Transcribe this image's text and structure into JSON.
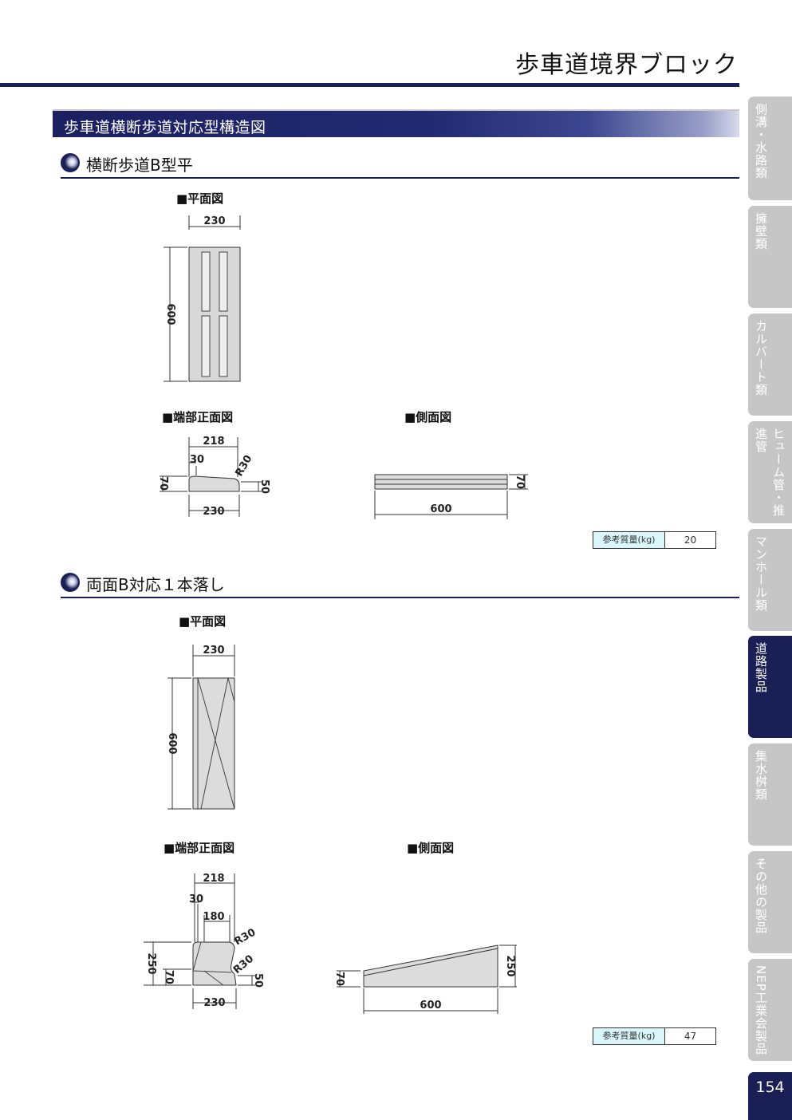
{
  "page_title": "歩車道境界ブロック",
  "section_banner": "歩車道横断歩道対応型構造図",
  "sections": [
    {
      "heading": "横断歩道B型平",
      "plan_label": "■平面図",
      "front_label": "■端部正面図",
      "side_label": "■側面図",
      "plan_dims": {
        "width": "230",
        "length": "600"
      },
      "front_dims": {
        "top": "218",
        "offset": "30",
        "radius": "R30",
        "left_h": "70",
        "right_h": "50",
        "bottom": "230"
      },
      "side_dims": {
        "length": "600",
        "height": "70"
      },
      "weight_label": "参考質量(kg)",
      "weight_value": "20"
    },
    {
      "heading": "両面B対応１本落し",
      "plan_label": "■平面図",
      "front_label": "■端部正面図",
      "side_label": "■側面図",
      "plan_dims": {
        "width": "230",
        "length": "600"
      },
      "front_dims": {
        "top": "218",
        "offset": "30",
        "inner": "180",
        "radius_top": "R30",
        "radius_bottom": "R30",
        "total_h": "250",
        "left_h": "70",
        "right_h": "50",
        "bottom": "230"
      },
      "side_dims": {
        "length": "600",
        "low_h": "70",
        "high_h": "250"
      },
      "weight_label": "参考質量(kg)",
      "weight_value": "47"
    }
  ],
  "side_tabs": [
    {
      "label": "側溝・水路類",
      "active": false
    },
    {
      "label": "擁壁類",
      "active": false
    },
    {
      "label": "カルバート類",
      "active": false
    },
    {
      "label": "ヒューム管・推進管",
      "active": false
    },
    {
      "label": "マンホール類",
      "active": false
    },
    {
      "label": "道路製品",
      "active": true
    },
    {
      "label": "集水桝類",
      "active": false
    },
    {
      "label": "その他の製品",
      "active": false
    },
    {
      "label": "NEP工業会製品",
      "active": false
    }
  ],
  "page_number": "154",
  "colors": {
    "navy": "#1a1f55",
    "tab_gray": "#c6c6c6",
    "weight_bg": "#d9f7fb",
    "block_fill": "#dcdcdc"
  }
}
